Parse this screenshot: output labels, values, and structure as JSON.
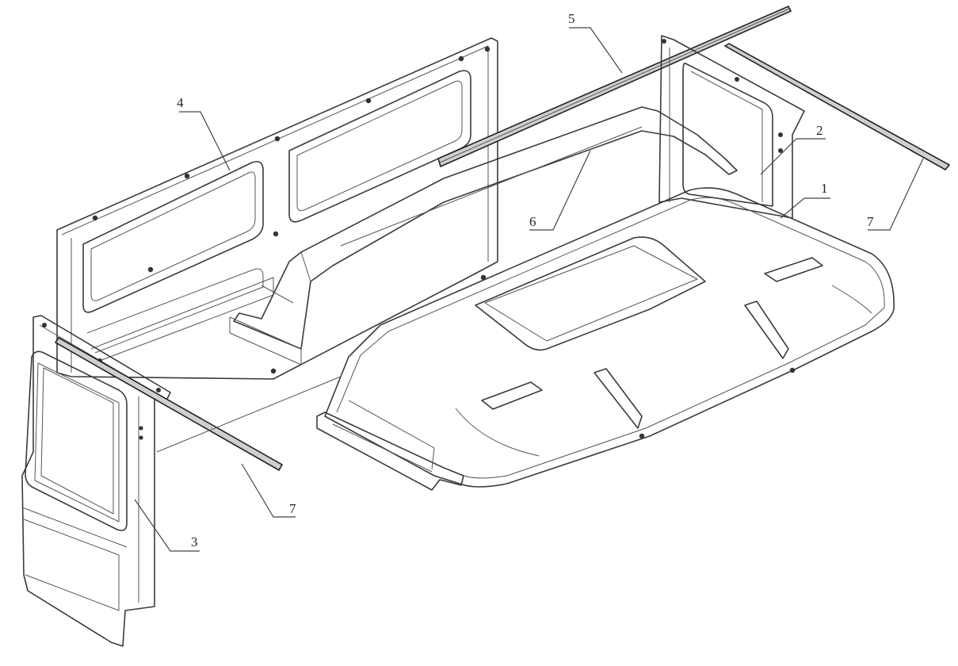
{
  "figure": {
    "callouts": [
      {
        "id": "1",
        "text": "1"
      },
      {
        "id": "2",
        "text": "2"
      },
      {
        "id": "3",
        "text": "3"
      },
      {
        "id": "4",
        "text": "4"
      },
      {
        "id": "5",
        "text": "5"
      },
      {
        "id": "6",
        "text": "6"
      },
      {
        "id": "7a",
        "text": "7"
      },
      {
        "id": "7b",
        "text": "7"
      }
    ]
  }
}
